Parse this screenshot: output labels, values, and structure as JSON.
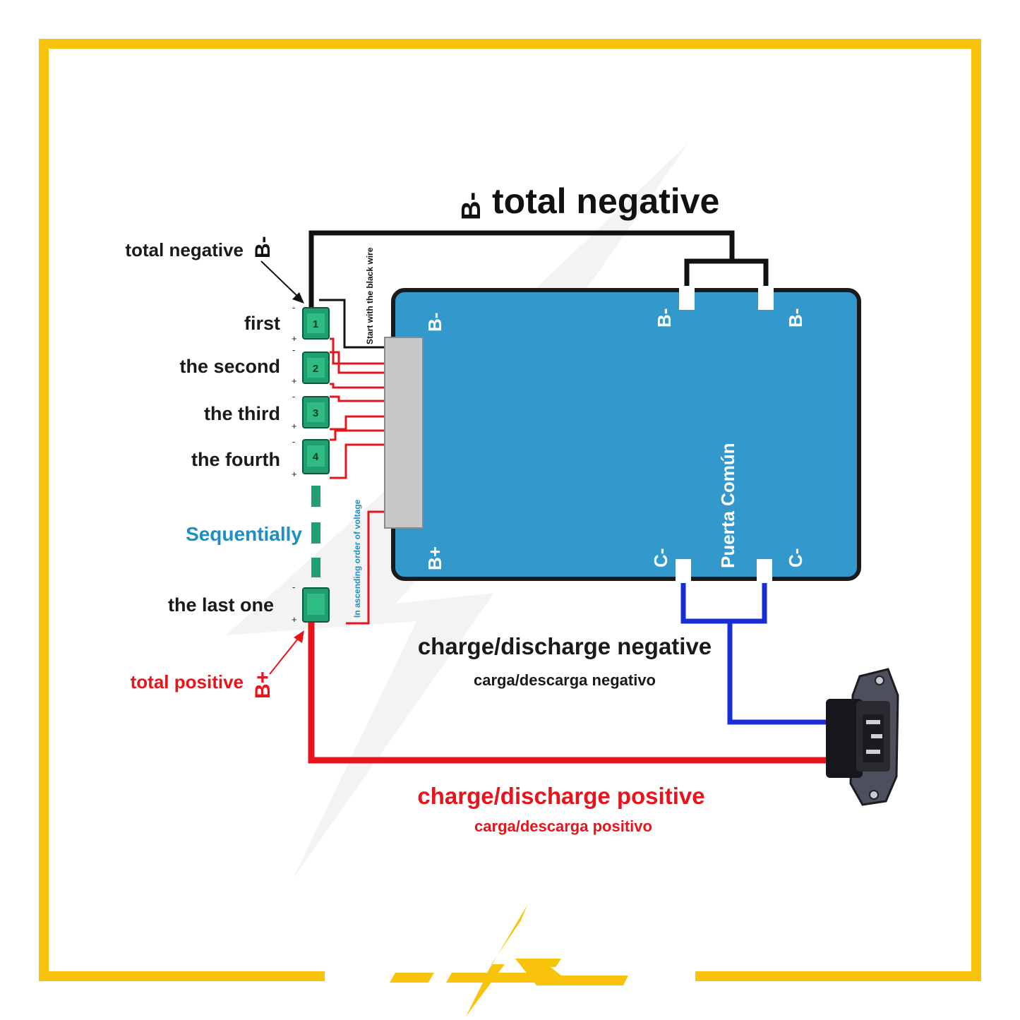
{
  "colors": {
    "frame": "#f8c30a",
    "board": "#3399cc",
    "cell": "#1fa06e",
    "black_wire": "#111111",
    "red_wire": "#e8141b",
    "blue_wire": "#1a2ed8",
    "sequential_text": "#1c8fc4"
  },
  "title": {
    "b_minus": "B-",
    "text": "total negative"
  },
  "left_labels": {
    "total_negative": "total negative",
    "total_negative_symbol": "B-",
    "total_positive": "total positive",
    "total_positive_symbol": "B+",
    "sequentially": "Sequentially"
  },
  "cells": [
    {
      "label": "first",
      "number": "1"
    },
    {
      "label": "the second",
      "number": "2"
    },
    {
      "label": "the third",
      "number": "3"
    },
    {
      "label": "the fourth",
      "number": "4"
    },
    {
      "label": "the last one",
      "number": ""
    }
  ],
  "polarity": {
    "minus": "-",
    "plus": "+"
  },
  "notes": {
    "black_wire": "Start with the black wire",
    "ascending": "In ascending order of voltage"
  },
  "board": {
    "terminal_b_minus": "B-",
    "terminal_b_plus": "B+",
    "terminal_c_minus": "C-",
    "label": "Puerta Común"
  },
  "bottom": {
    "neg_en": "charge/discharge negative",
    "neg_es": "carga/descarga negativo",
    "pos_en": "charge/discharge positive",
    "pos_es": "carga/descarga positivo"
  },
  "icons": [
    "power-socket-icon",
    "lightning-bolt-icon",
    "az-logo-icon"
  ]
}
